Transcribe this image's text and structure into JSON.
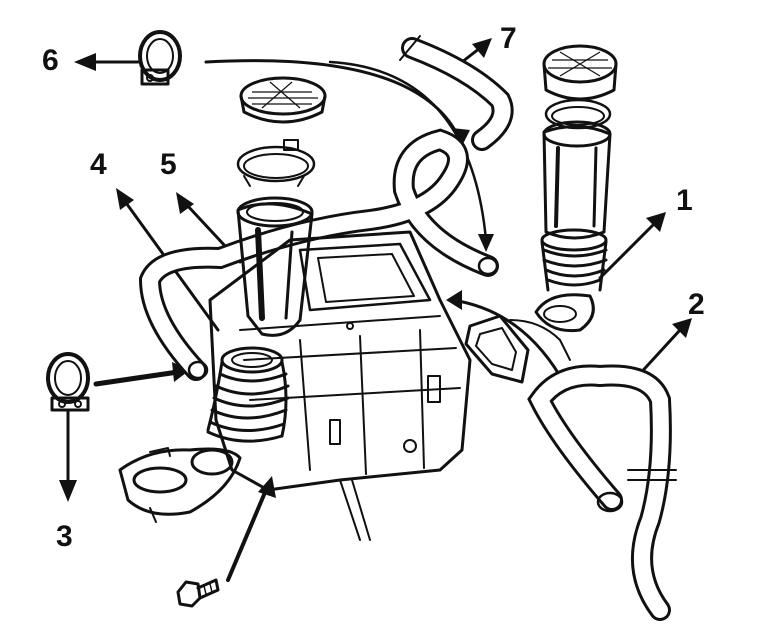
{
  "diagram": {
    "callouts": [
      {
        "id": "1",
        "text": "1"
      },
      {
        "id": "2",
        "text": "2"
      },
      {
        "id": "3",
        "text": "3"
      },
      {
        "id": "4",
        "text": "4"
      },
      {
        "id": "5",
        "text": "5"
      },
      {
        "id": "6",
        "text": "6"
      },
      {
        "id": "7",
        "text": "7"
      }
    ],
    "parts": [
      "heater-box",
      "vent-nozzle-left",
      "vent-nozzle-right",
      "vent-grille-left",
      "vent-grille-right",
      "bellows-left",
      "bellows-right",
      "hose-clamp-top",
      "hose-clamp-left",
      "heater-hose-long",
      "heater-hose-2",
      "defroster-duct",
      "flange-plate",
      "bolt"
    ],
    "colors": {
      "ink": "#111111",
      "paper": "#ffffff"
    }
  }
}
